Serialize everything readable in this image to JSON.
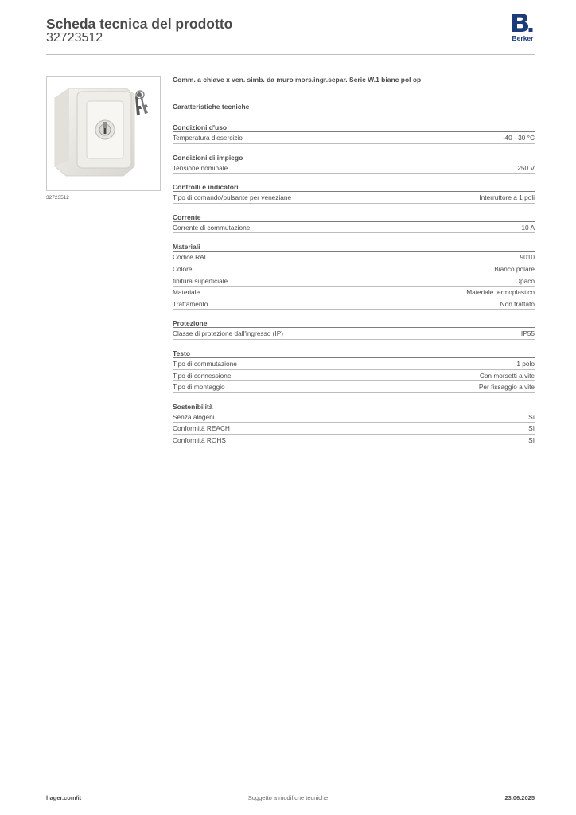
{
  "header": {
    "title": "Scheda tecnica del prodotto",
    "code": "32723512"
  },
  "logo": {
    "text": "Berker",
    "color": "#1b3c78"
  },
  "image": {
    "caption": "32723512"
  },
  "product": {
    "description": "Comm. a chiave x ven. simb. da muro mors.ingr.separ. Serie W.1 bianc pol op",
    "spec_heading": "Caratteristiche tecniche"
  },
  "sections": [
    {
      "title": "Condizioni d'uso",
      "rows": [
        {
          "label": "Temperatura d'esercizio",
          "value": "-40 - 30 °C"
        }
      ]
    },
    {
      "title": "Condizioni di impiego",
      "rows": [
        {
          "label": "Tensione nominale",
          "value": "250 V"
        }
      ]
    },
    {
      "title": "Controlli e indicatori",
      "rows": [
        {
          "label": "Tipo di comando/pulsante per veneziane",
          "value": "Interruttore a 1 poli"
        }
      ]
    },
    {
      "title": "Corrente",
      "rows": [
        {
          "label": "Corrente di commutazione",
          "value": "10 A"
        }
      ]
    },
    {
      "title": "Materiali",
      "rows": [
        {
          "label": "Codice RAL",
          "value": "9010"
        },
        {
          "label": "Colore",
          "value": "Bianco polare"
        },
        {
          "label": "finitura superficiale",
          "value": "Opaco"
        },
        {
          "label": "Materiale",
          "value": "Materiale termoplastico"
        },
        {
          "label": "Trattamento",
          "value": "Non trattato"
        }
      ]
    },
    {
      "title": "Protezione",
      "rows": [
        {
          "label": "Classe di protezione dall'ingresso (IP)",
          "value": "IP55"
        }
      ]
    },
    {
      "title": "Testo",
      "rows": [
        {
          "label": "Tipo di commutazione",
          "value": "1 polo"
        },
        {
          "label": "Tipo di connessione",
          "value": "Con morsetti a vite"
        },
        {
          "label": "Tipo di montaggio",
          "value": "Per fissaggio a vite"
        }
      ]
    },
    {
      "title": "Sostenibilità",
      "rows": [
        {
          "label": "Senza alogeni",
          "value": "Sì"
        },
        {
          "label": "Conformità REACH",
          "value": "Sì"
        },
        {
          "label": "Conformità ROHS",
          "value": "Sì"
        }
      ]
    }
  ],
  "footer": {
    "left": "hager.com/it",
    "center": "Soggetto a modifiche tecniche",
    "right": "23.06.2025"
  }
}
